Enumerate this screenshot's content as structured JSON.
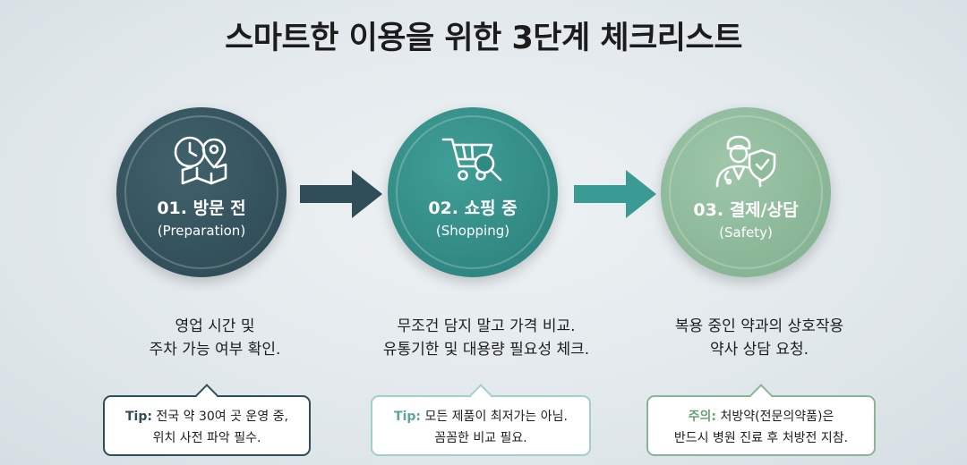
{
  "title": "스마트한 이용을 위한 3단계 체크리스트",
  "colors": {
    "step1": "#2f4e58",
    "step2": "#2f8a83",
    "step3": "#8fbb9c",
    "arrow1": "#2f4e58",
    "arrow2": "#3a9b94"
  },
  "steps": [
    {
      "label": "01. 방문 전",
      "sub": "(Preparation)",
      "icon": "clock-map-icon",
      "desc": [
        "영업 시간 및",
        "주차 가능 여부 확인."
      ],
      "tip_prefix": "Tip:",
      "tip": [
        "전국 약 30여 곳 운영 중,",
        "위치 사전 파악 필수."
      ]
    },
    {
      "label": "02. 쇼핑 중",
      "sub": "(Shopping)",
      "icon": "cart-search-icon",
      "desc": [
        "무조건 담지 말고 가격 비교.",
        "유통기한 및 대용량 필요성 체크."
      ],
      "tip_prefix": "Tip:",
      "tip": [
        "모든 제품이 최저가는 아님.",
        "꼼꼼한 비교 필요."
      ]
    },
    {
      "label": "03. 결제/상담",
      "sub": "(Safety)",
      "icon": "pharmacist-shield-icon",
      "desc": [
        "복용 중인 약과의 상호작용",
        "약사 상담 요청."
      ],
      "tip_prefix": "주의:",
      "tip": [
        "처방약(전문의약품)은",
        "반드시 병원 진료 후 처방전 지참."
      ]
    }
  ]
}
